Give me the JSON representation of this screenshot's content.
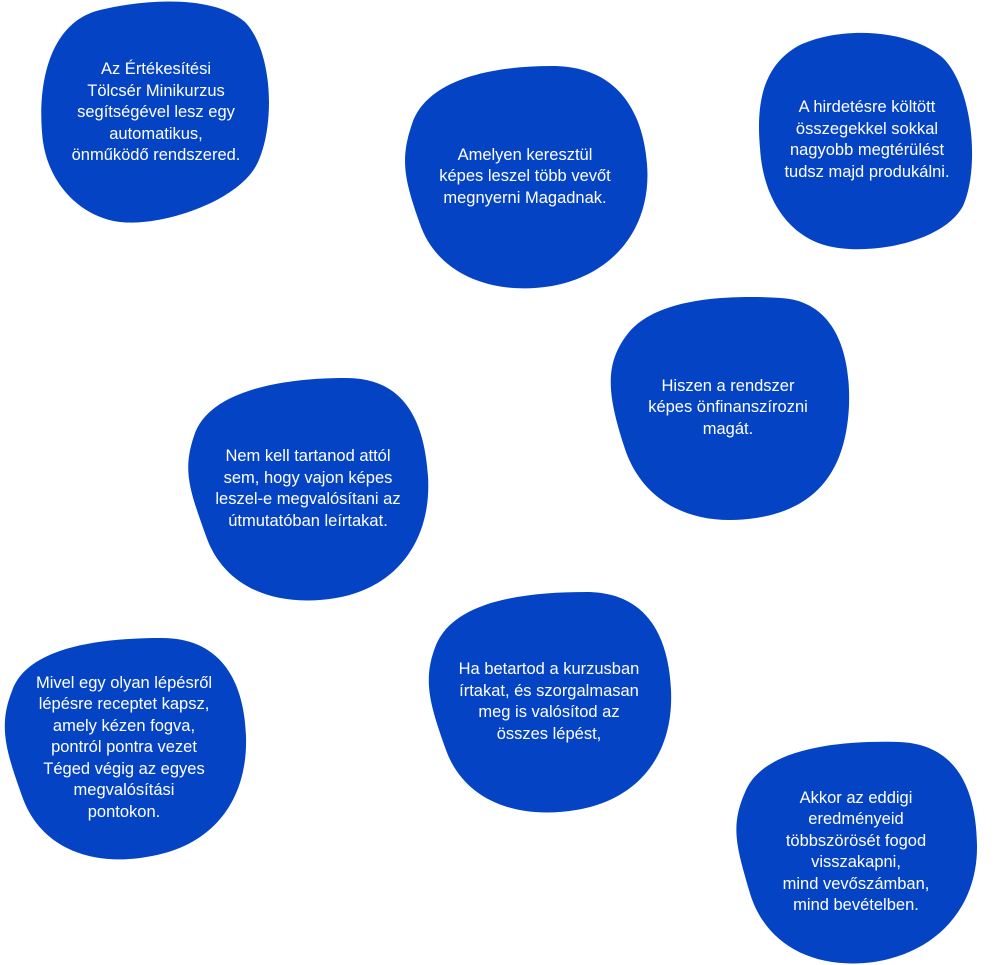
{
  "theme": {
    "blob_color": "#0444c4",
    "text_color": "#ffffff",
    "background": "#ffffff"
  },
  "blobs": [
    {
      "text": "Az Értékesítési\nTölcsér Minikurzus\nsegítségével lesz egy\nautomatikus,\nönműködő rendszered."
    },
    {
      "text": "Amelyen keresztül\nképes leszel több vevőt\nmegnyerni Magadnak."
    },
    {
      "text": "A hirdetésre költött\nösszegekkel sokkal\nnagyobb megtérülést\ntudsz majd produkálni."
    },
    {
      "text": "Hiszen a rendszer\nképes önfinanszírozni\nmagát."
    },
    {
      "text": "Nem kell tartanod attól\nsem, hogy vajon képes\nleszel-e megvalósítani az\nútmutatóban leírtakat."
    },
    {
      "text": "Ha betartod a kurzusban\nírtakat, és szorgalmasan\nmeg is valósítod az\nösszes lépést,"
    },
    {
      "text": "Mivel egy olyan lépésről\nlépésre receptet kapsz,\namely kézen fogva,\npontról pontra vezet\nTéged végig az egyes\nmegvalósítási\npontokon."
    },
    {
      "text": "Akkor az eddigi\neredményeid\ntöbbszörösét fogod\nvisszakapni,\nmind vevőszámban,\nmind bevételben."
    }
  ]
}
